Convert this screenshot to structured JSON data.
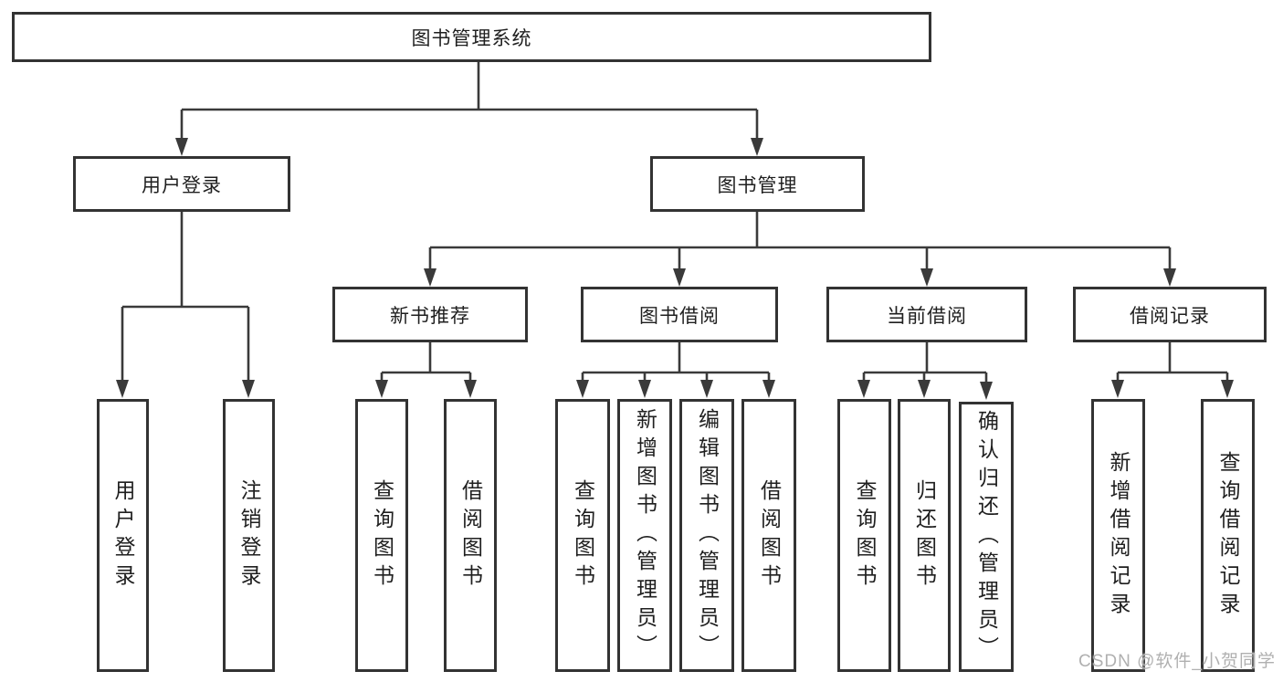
{
  "tree": {
    "label": "图书管理系统",
    "children": [
      {
        "label": "用户登录",
        "children": [
          {
            "label": "用户登录"
          },
          {
            "label": "注销登录"
          }
        ]
      },
      {
        "label": "图书管理",
        "children": [
          {
            "label": "新书推荐",
            "children": [
              {
                "label": "查询图书"
              },
              {
                "label": "借阅图书"
              }
            ]
          },
          {
            "label": "图书借阅",
            "children": [
              {
                "label": "查询图书"
              },
              {
                "label": "新增图书（管理员）"
              },
              {
                "label": "编辑图书（管理员）"
              },
              {
                "label": "借阅图书"
              }
            ]
          },
          {
            "label": "当前借阅",
            "children": [
              {
                "label": "查询图书"
              },
              {
                "label": "归还图书"
              },
              {
                "label": "确认归还（管理员）"
              }
            ]
          },
          {
            "label": "借阅记录",
            "children": [
              {
                "label": "新增借阅记录"
              },
              {
                "label": "查询借阅记录"
              }
            ]
          }
        ]
      }
    ]
  },
  "watermark": {
    "text": "CSDN @软件_小贺同学"
  },
  "colors": {
    "line": "#3a3a3a",
    "border": "#333333",
    "text": "#1f1f1f",
    "watermark": "#b0b0b0",
    "background": "#ffffff"
  }
}
